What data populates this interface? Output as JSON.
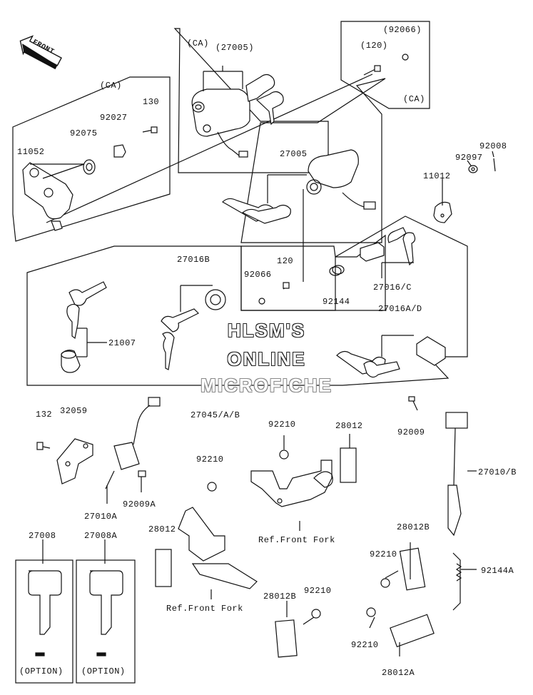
{
  "watermark": {
    "line1": "HLSM'S",
    "line2": "ONLINE",
    "line3": "MICROFICHE"
  },
  "front_arrow": "FRONT",
  "labels": {
    "ca_top": "(CA)",
    "p27005_top": "(27005)",
    "p92066_paren": "(92066)",
    "p120_paren": "(120)",
    "ca_right": "(CA)",
    "ca_left": "(CA)",
    "p92027": "92027",
    "p130": "130",
    "p92075": "92075",
    "p11052": "11052",
    "p27005": "27005",
    "p92008": "92008",
    "p92097": "92097",
    "p11012": "11012",
    "p27016b": "27016B",
    "p120": "120",
    "p92066": "92066",
    "p92144": "92144",
    "p27016c": "27016/C",
    "p27016ad": "27016A/D",
    "p21007": "21007",
    "p27045": "27045/A/B",
    "p132": "132",
    "p32059": "32059",
    "p92210_a": "92210",
    "p28012_a": "28012",
    "p92009": "92009",
    "p27010b": "27010/B",
    "p92210_b": "92210",
    "p92009a": "92009A",
    "p27010a": "27010A",
    "ref_front_fork_1": "Ref.Front Fork",
    "p28012_b": "28012",
    "p27008": "27008",
    "p27008a": "27008A",
    "p28012b_a": "28012B",
    "p92210_c": "92210",
    "p92144a": "92144A",
    "ref_front_fork_2": "Ref.Front Fork",
    "p28012b_b": "28012B",
    "p92210_d": "92210",
    "p92210_e": "92210",
    "p28012a": "28012A",
    "option_1": "(OPTION)",
    "option_2": "(OPTION)"
  }
}
